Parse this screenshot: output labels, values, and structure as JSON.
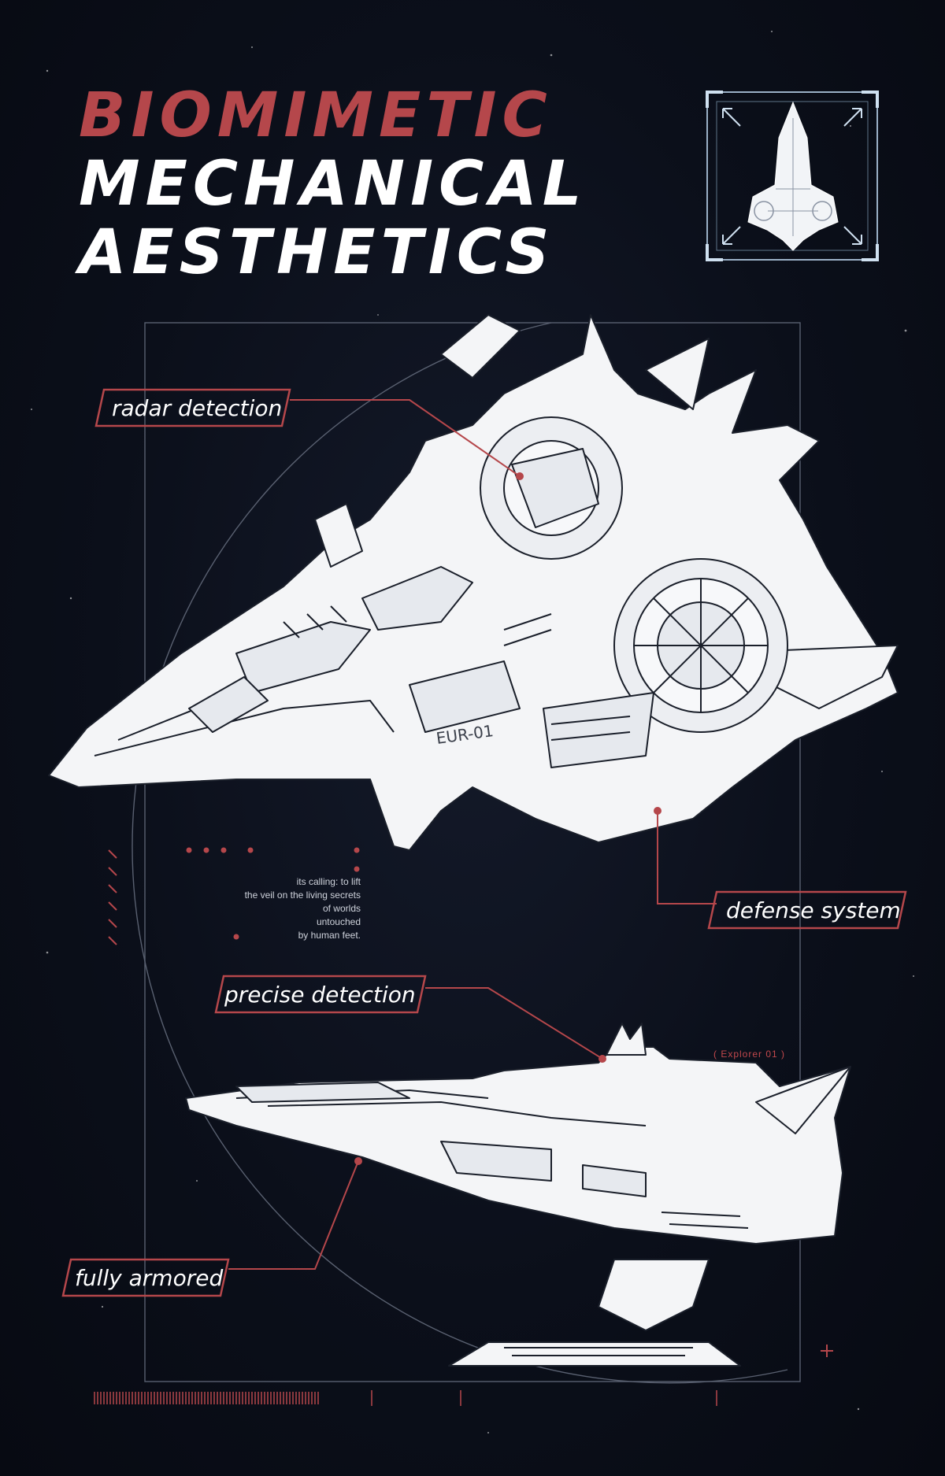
{
  "title": {
    "line1": "BIOMIMETIC",
    "line2": "MECHANICAL",
    "line3": "AESTHETICS"
  },
  "callouts": {
    "radar": "radar detection",
    "defense": "defense system",
    "precise": "precise detection",
    "armored": "fully armored"
  },
  "poem": {
    "lines": [
      "its calling: to lift",
      "the veil on the living secrets",
      "of worlds",
      "untouched",
      "by human feet."
    ]
  },
  "tag": "( Explorer  01 )",
  "hull_marking": "EUR-01",
  "colors": {
    "accent": "#b5474b",
    "background": "#0b0f1a",
    "line": "#ffffff"
  },
  "icons": [
    "spaceship-thumbnail-icon",
    "plus-crosshair-icon"
  ]
}
